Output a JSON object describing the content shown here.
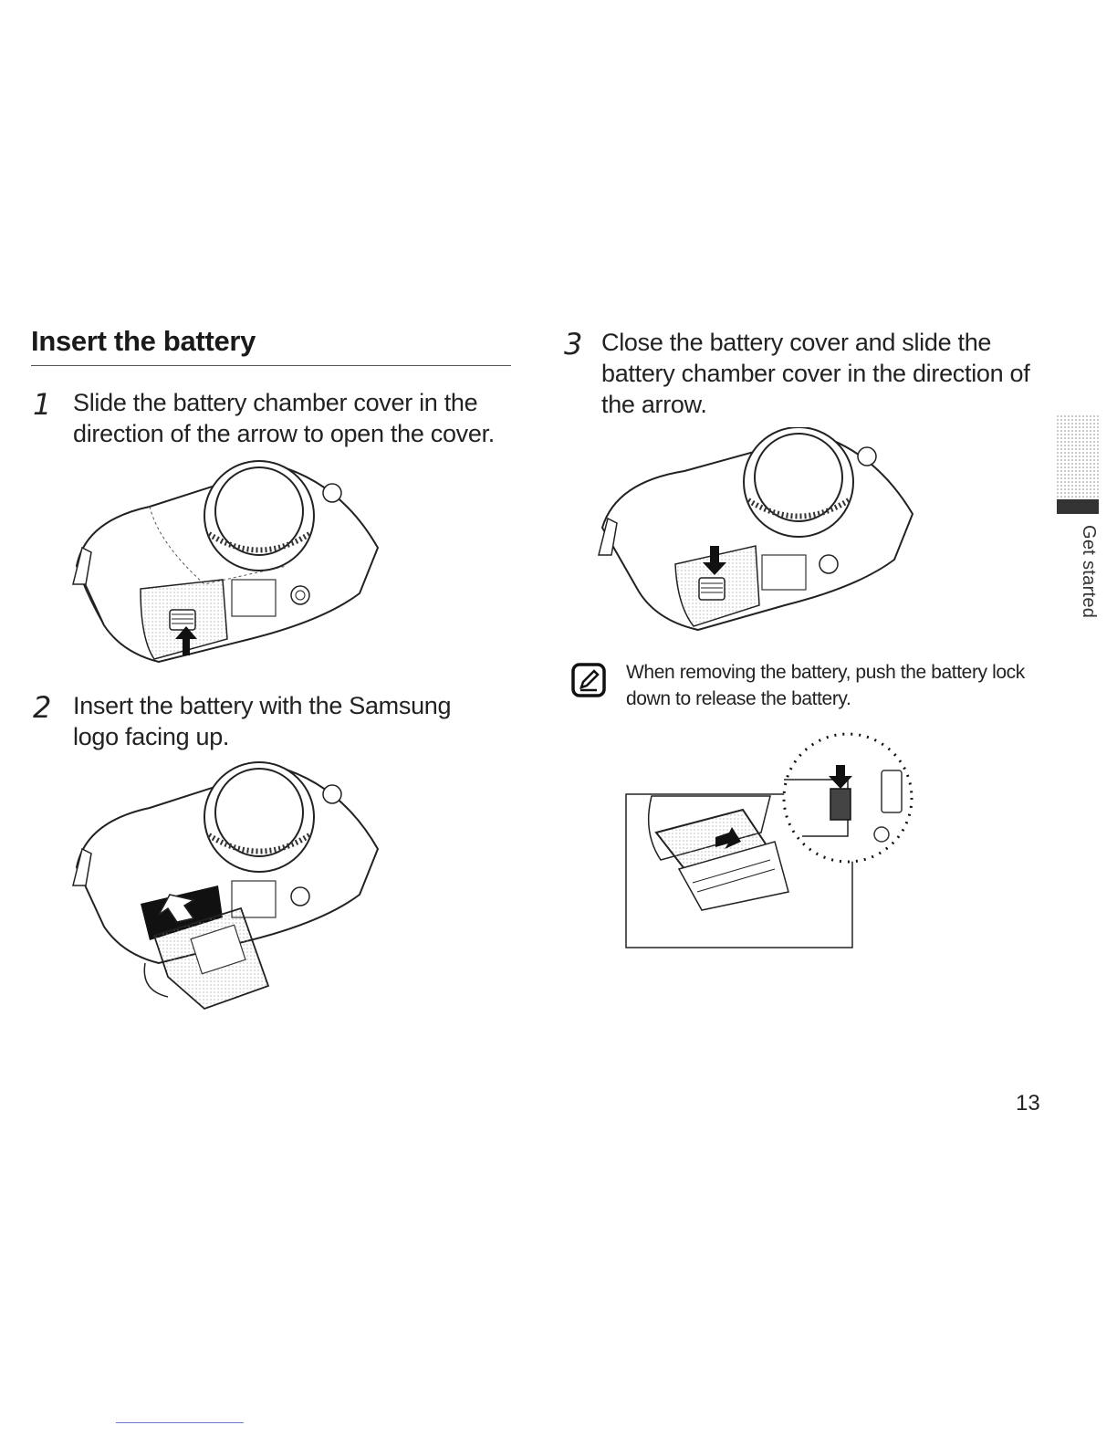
{
  "section": {
    "title": "Insert the battery"
  },
  "steps": [
    {
      "number": "1",
      "text": "Slide the battery chamber cover in the direction of the arrow to open the cover."
    },
    {
      "number": "2",
      "text": "Insert the battery with the Samsung logo facing up."
    },
    {
      "number": "3",
      "text": "Close the battery cover and slide the battery chamber cover in the direction of the arrow."
    }
  ],
  "note": {
    "icon": "note-pencil-icon",
    "text": "When removing the battery, push the battery lock down to release the battery."
  },
  "side_tab": {
    "label": "Get started"
  },
  "page_number": "13"
}
